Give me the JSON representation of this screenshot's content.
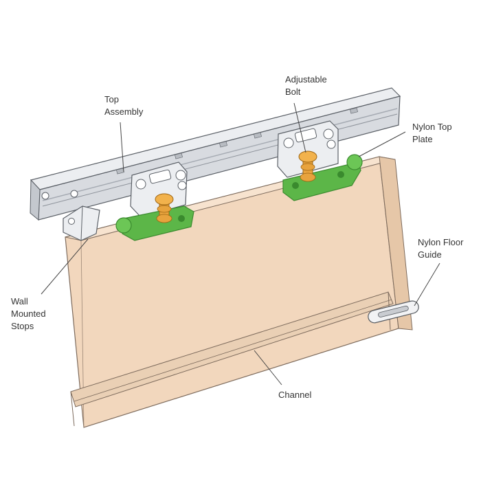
{
  "labels": {
    "top_assembly": "Top\nAssembly",
    "adjustable_bolt": "Adjustable\nBolt",
    "nylon_top_plate": "Nylon Top\nPlate",
    "nylon_floor_guide": "Nylon Floor\nGuide",
    "wall_mounted_stops": "Wall\nMounted\nStops",
    "channel": "Channel"
  },
  "colors": {
    "door": "#f2d7bd",
    "door_edge": "#7c6a5c",
    "track": "#d8dbe0",
    "track_dark": "#a6abb3",
    "nylon_plate": "#5cb648",
    "nylon_plate_dark": "#3a8a2e",
    "bolt": "#e8a33d",
    "bracket": "#eceef1"
  }
}
